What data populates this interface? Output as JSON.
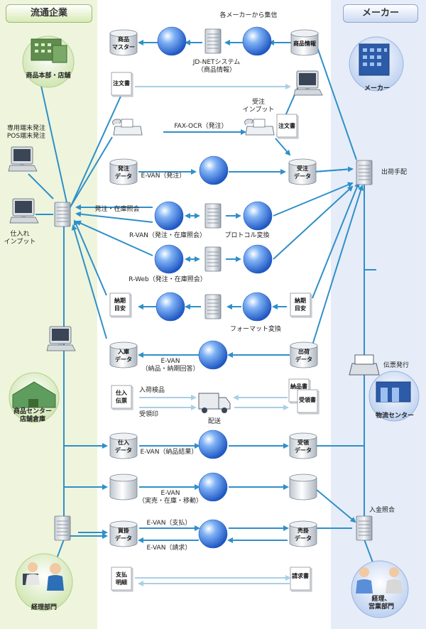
{
  "lanes": {
    "left_title": "流通企業",
    "right_title": "メーカー"
  },
  "entities": {
    "hq": "商品本部・店舗",
    "dedicated_terminal": "専用端末発注\nPOS端末発注",
    "receiving_input": "仕入れ\nインプット",
    "product_center": "商品センター\n店舗倉庫",
    "accounting": "経理部門",
    "maker": "メーカー",
    "shipping": "出荷手配",
    "slip": "伝票発行",
    "logistics": "物流センター",
    "payment_check": "入金照合",
    "sales_dept": "経理、\n営業部門"
  },
  "docs": {
    "product_master": "商品\nマスター",
    "product_info": "商品情報",
    "order_sheet": "注文書",
    "fax_order_sheet": "注文書",
    "order_data": "発注\nデータ",
    "received_order_data": "受注\nデータ",
    "delivery_estimate_left": "納期\n目安",
    "delivery_estimate_right": "納期\n目安",
    "receipt_data": "入庫\nデータ",
    "shipping_data": "出荷\nデータ",
    "purchase_slip": "仕入\n伝票",
    "delivery_note": "納品書",
    "receipt_form": "受領書",
    "purchase_data": "仕入\nデータ",
    "received_data": "受領\nデータ",
    "payable_data": "買掛\nデータ",
    "receivable_data": "売掛\nデータ",
    "payment_statement": "支払\n明細",
    "invoice": "請求書"
  },
  "labels": {
    "collect": "各メーカーから集信",
    "jdnet": "JD-NETシステム\n（商品情報）",
    "order_input": "受注\nインプット",
    "fax_ocr": "FAX-OCR（発注）",
    "evan_order": "E-VAN（発注）",
    "order_stock": "発注・在庫照会",
    "rvan": "R-VAN（発注・在庫照会）",
    "protocol": "プロトコル変換",
    "rweb": "R-Web（発注・在庫照会）",
    "format_conv": "フォーマット変換",
    "evan_delivery": "E-VAN\n（納品・納期回答）",
    "inspection": "入荷検品",
    "receipt_stamp": "受領印",
    "delivery": "配送",
    "evan_result": "E-VAN（納品結果）",
    "evan_sales": "E-VAN\n（実売・在庫・移動）",
    "evan_payment": "E-VAN（支払）",
    "evan_billing": "E-VAN（請求）"
  },
  "colors": {
    "line": "#2f8fc9",
    "light_line": "#a9cfe6",
    "globe": "#2a6fd6",
    "left_lane": "#eef5dc",
    "right_lane": "#e6edf8"
  }
}
